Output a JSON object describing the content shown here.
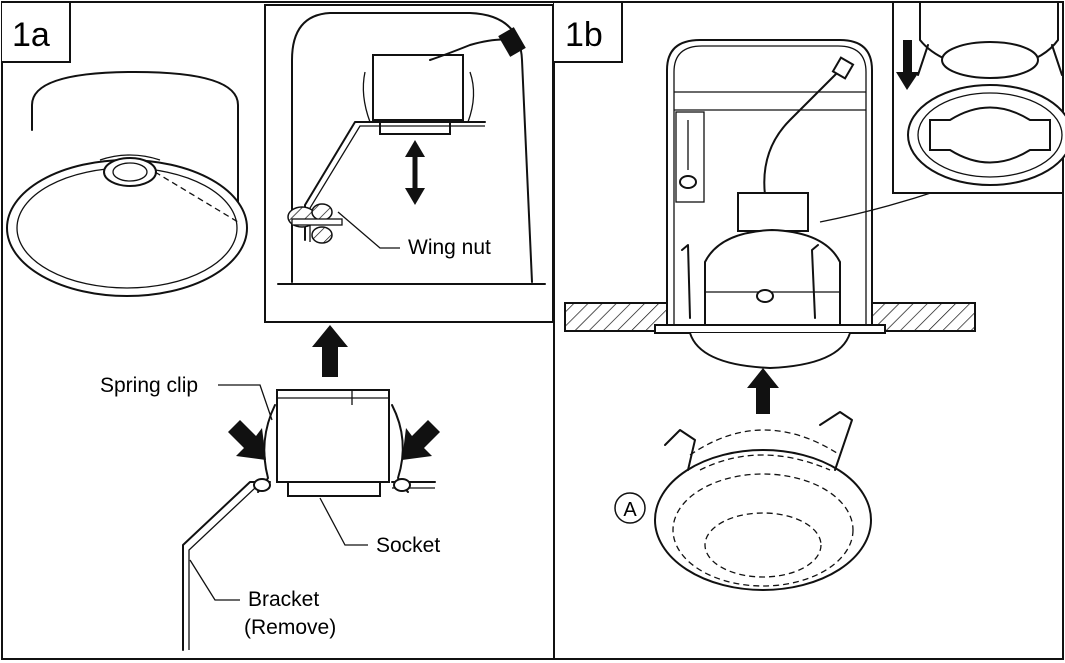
{
  "panels": {
    "left": {
      "number": "1a"
    },
    "right": {
      "number": "1b"
    }
  },
  "callouts": {
    "wing_nut": "Wing nut",
    "spring_clip": "Spring clip",
    "socket": "Socket",
    "bracket_line1": "Bracket",
    "bracket_line2": "(Remove)",
    "marker_a": "A"
  },
  "colors": {
    "line": "#111111",
    "background": "#ffffff",
    "hatch": "#111111"
  },
  "icons": [
    "arrow-up-icon",
    "arrow-down-icon",
    "double-arrow-icon",
    "diagonal-arrow-icon"
  ]
}
